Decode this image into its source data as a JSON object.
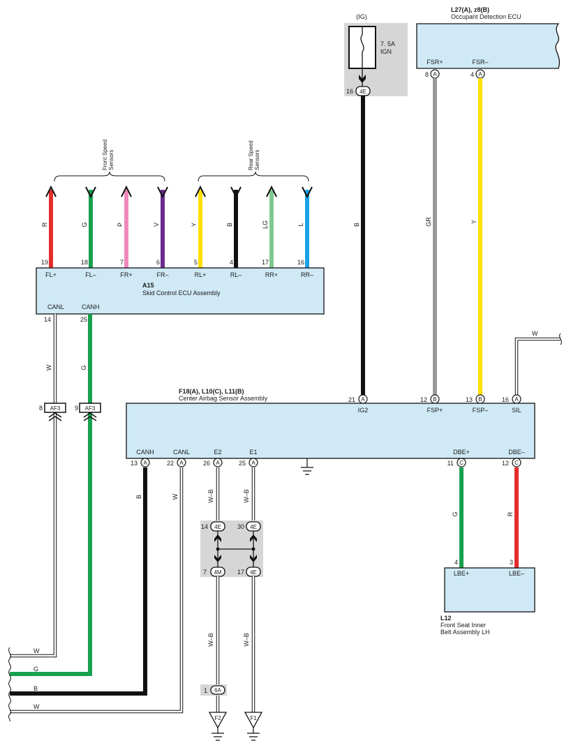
{
  "colors": {
    "ecu_fill": "#cfe9f6",
    "gray_box": "#d6d6d6",
    "wire_R": "#e32d2d",
    "wire_G": "#18a050",
    "wire_P": "#ef88bd",
    "wire_V": "#6a2c8e",
    "wire_Y": "#ffe000",
    "wire_B": "#111111",
    "wire_LG": "#7ec98d",
    "wire_L": "#1aa3e8",
    "wire_GR": "#999999",
    "wire_W": "#ffffff"
  },
  "fuse": {
    "label": "(IG)",
    "rating": "7. 5A",
    "name": "IGN",
    "pin": "16",
    "connector": "4E"
  },
  "occupant_ecu": {
    "id": "L27(A), z8(B)",
    "name": "Occupant Detection ECU",
    "pins": [
      {
        "num": "8",
        "conn": "A",
        "label": "FSR+",
        "wire": "GR"
      },
      {
        "num": "4",
        "conn": "A",
        "label": "FSR–",
        "wire": "Y"
      }
    ]
  },
  "sensor_groups": {
    "front": [
      "Front Speed",
      "Sensors"
    ],
    "rear": [
      "Rear Speed",
      "Sensors"
    ]
  },
  "skid_ecu": {
    "id": "A15",
    "name": "Skid Control ECU Assembly",
    "top_pins": [
      {
        "num": "19",
        "label": "FL+",
        "wire": "R"
      },
      {
        "num": "18",
        "label": "FL–",
        "wire": "G"
      },
      {
        "num": "7",
        "label": "FR+",
        "wire": "P"
      },
      {
        "num": "6",
        "label": "FR–",
        "wire": "V"
      },
      {
        "num": "5",
        "label": "RL+",
        "wire": "Y"
      },
      {
        "num": "4",
        "label": "RL–",
        "wire": "B"
      },
      {
        "num": "17",
        "label": "RR+",
        "wire": "LG"
      },
      {
        "num": "16",
        "label": "RR–",
        "wire": "L"
      }
    ],
    "bottom_pins": [
      {
        "num": "14",
        "label": "CANL",
        "wire": "W"
      },
      {
        "num": "25",
        "label": "CANH",
        "wire": "G"
      }
    ]
  },
  "junctions": [
    {
      "pin": "8",
      "conn": "AF3"
    },
    {
      "pin": "9",
      "conn": "AF3"
    }
  ],
  "center_sensor": {
    "id": "F18(A), L10(C), L11(B)",
    "name": "Center Airbag Sensor Assembly",
    "top_pins": [
      {
        "num": "21",
        "conn": "A",
        "label": "IG2",
        "wire": "B"
      },
      {
        "num": "12",
        "conn": "B",
        "label": "FSP+",
        "wire": "GR"
      },
      {
        "num": "13",
        "conn": "B",
        "label": "FSP–",
        "wire": "Y"
      },
      {
        "num": "16",
        "conn": "A",
        "label": "SIL",
        "wire": "W"
      }
    ],
    "bottom_pins": [
      {
        "num": "13",
        "conn": "A",
        "label": "CANH",
        "wire": "B"
      },
      {
        "num": "22",
        "conn": "A",
        "label": "CANL",
        "wire": "W"
      },
      {
        "num": "26",
        "conn": "A",
        "label": "E2",
        "wire": "W–B"
      },
      {
        "num": "25",
        "conn": "A",
        "label": "E1",
        "wire": "W–B"
      },
      {
        "num": "11",
        "conn": "C",
        "label": "DBE+",
        "wire": "G"
      },
      {
        "num": "12",
        "conn": "C",
        "label": "DBE–",
        "wire": "R"
      }
    ]
  },
  "ground_junction": {
    "top": [
      {
        "pin": "14",
        "conn": "4E"
      },
      {
        "pin": "30",
        "conn": "4E"
      }
    ],
    "bottom": [
      {
        "pin": "7",
        "conn": "4M"
      },
      {
        "pin": "17",
        "conn": "4E"
      }
    ]
  },
  "lower_wires": [
    "W–B",
    "W–B"
  ],
  "ground_connector": {
    "pin": "1",
    "conn": "6A"
  },
  "grounds": [
    "F2",
    "F1"
  ],
  "belt": {
    "id": "L12",
    "name_line1": "Front Seat Inner",
    "name_line2": "Belt Assembly LH",
    "pins": [
      {
        "num": "4",
        "label": "LBE+",
        "wire": "G"
      },
      {
        "num": "3",
        "label": "LBE–",
        "wire": "R"
      }
    ]
  },
  "left_exits": [
    "W",
    "G",
    "B",
    "W"
  ],
  "sil_exit": "W"
}
